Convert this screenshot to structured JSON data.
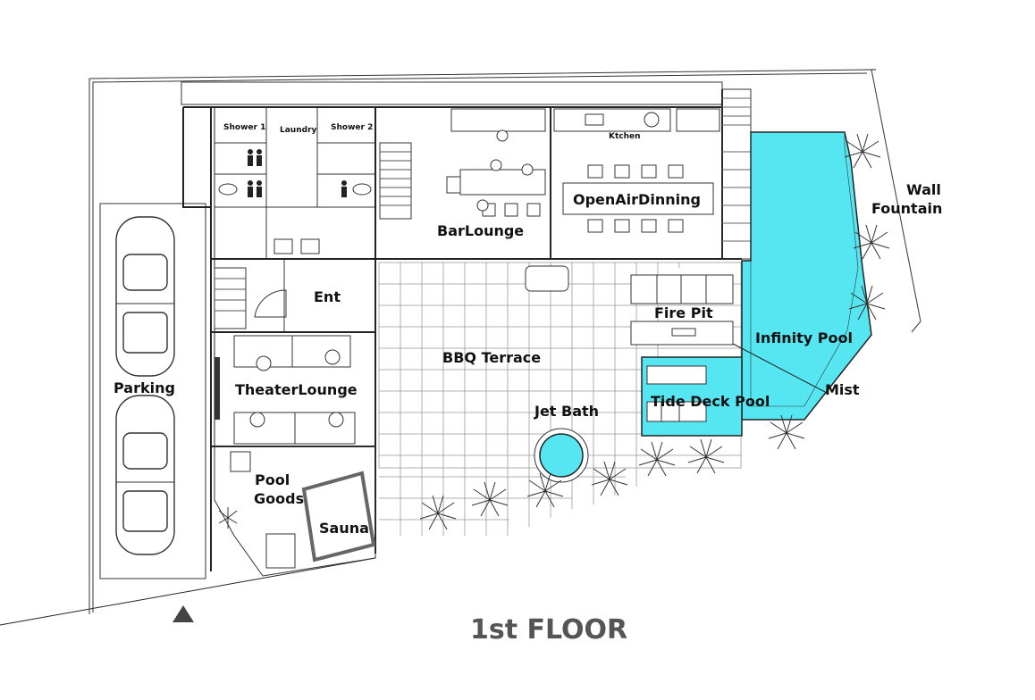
{
  "floor_title": "1st FLOOR",
  "rooms": {
    "shower1": "Shower 1",
    "laundry": "Laundry",
    "shower2": "Shower 2",
    "kitchen": "Ktchen",
    "open_air_dinning": "OpenAirDinning",
    "bar_lounge": "BarLounge",
    "ent": "Ent",
    "bbq_terrace": "BBQ Terrace",
    "fire_pit": "Fire Pit",
    "infinity_pool": "Infinity Pool",
    "mist": "Mist",
    "tide_deck_pool": "Tide Deck Pool",
    "jet_bath": "Jet Bath",
    "theater_lounge": "TheaterLounge",
    "parking": "Parking",
    "pool_goods_line1": "Pool",
    "pool_goods_line2": "Goods",
    "sauna": "Sauna",
    "wall_fountain_line1": "Wall",
    "wall_fountain_line2": "Fountain"
  },
  "colors": {
    "pool": "#55e6f2",
    "lines": "#222222",
    "title": "#555555"
  },
  "icons": [
    "north-arrow-icon",
    "toilet-sign-icon",
    "palm-tree-icon",
    "car-icon"
  ]
}
